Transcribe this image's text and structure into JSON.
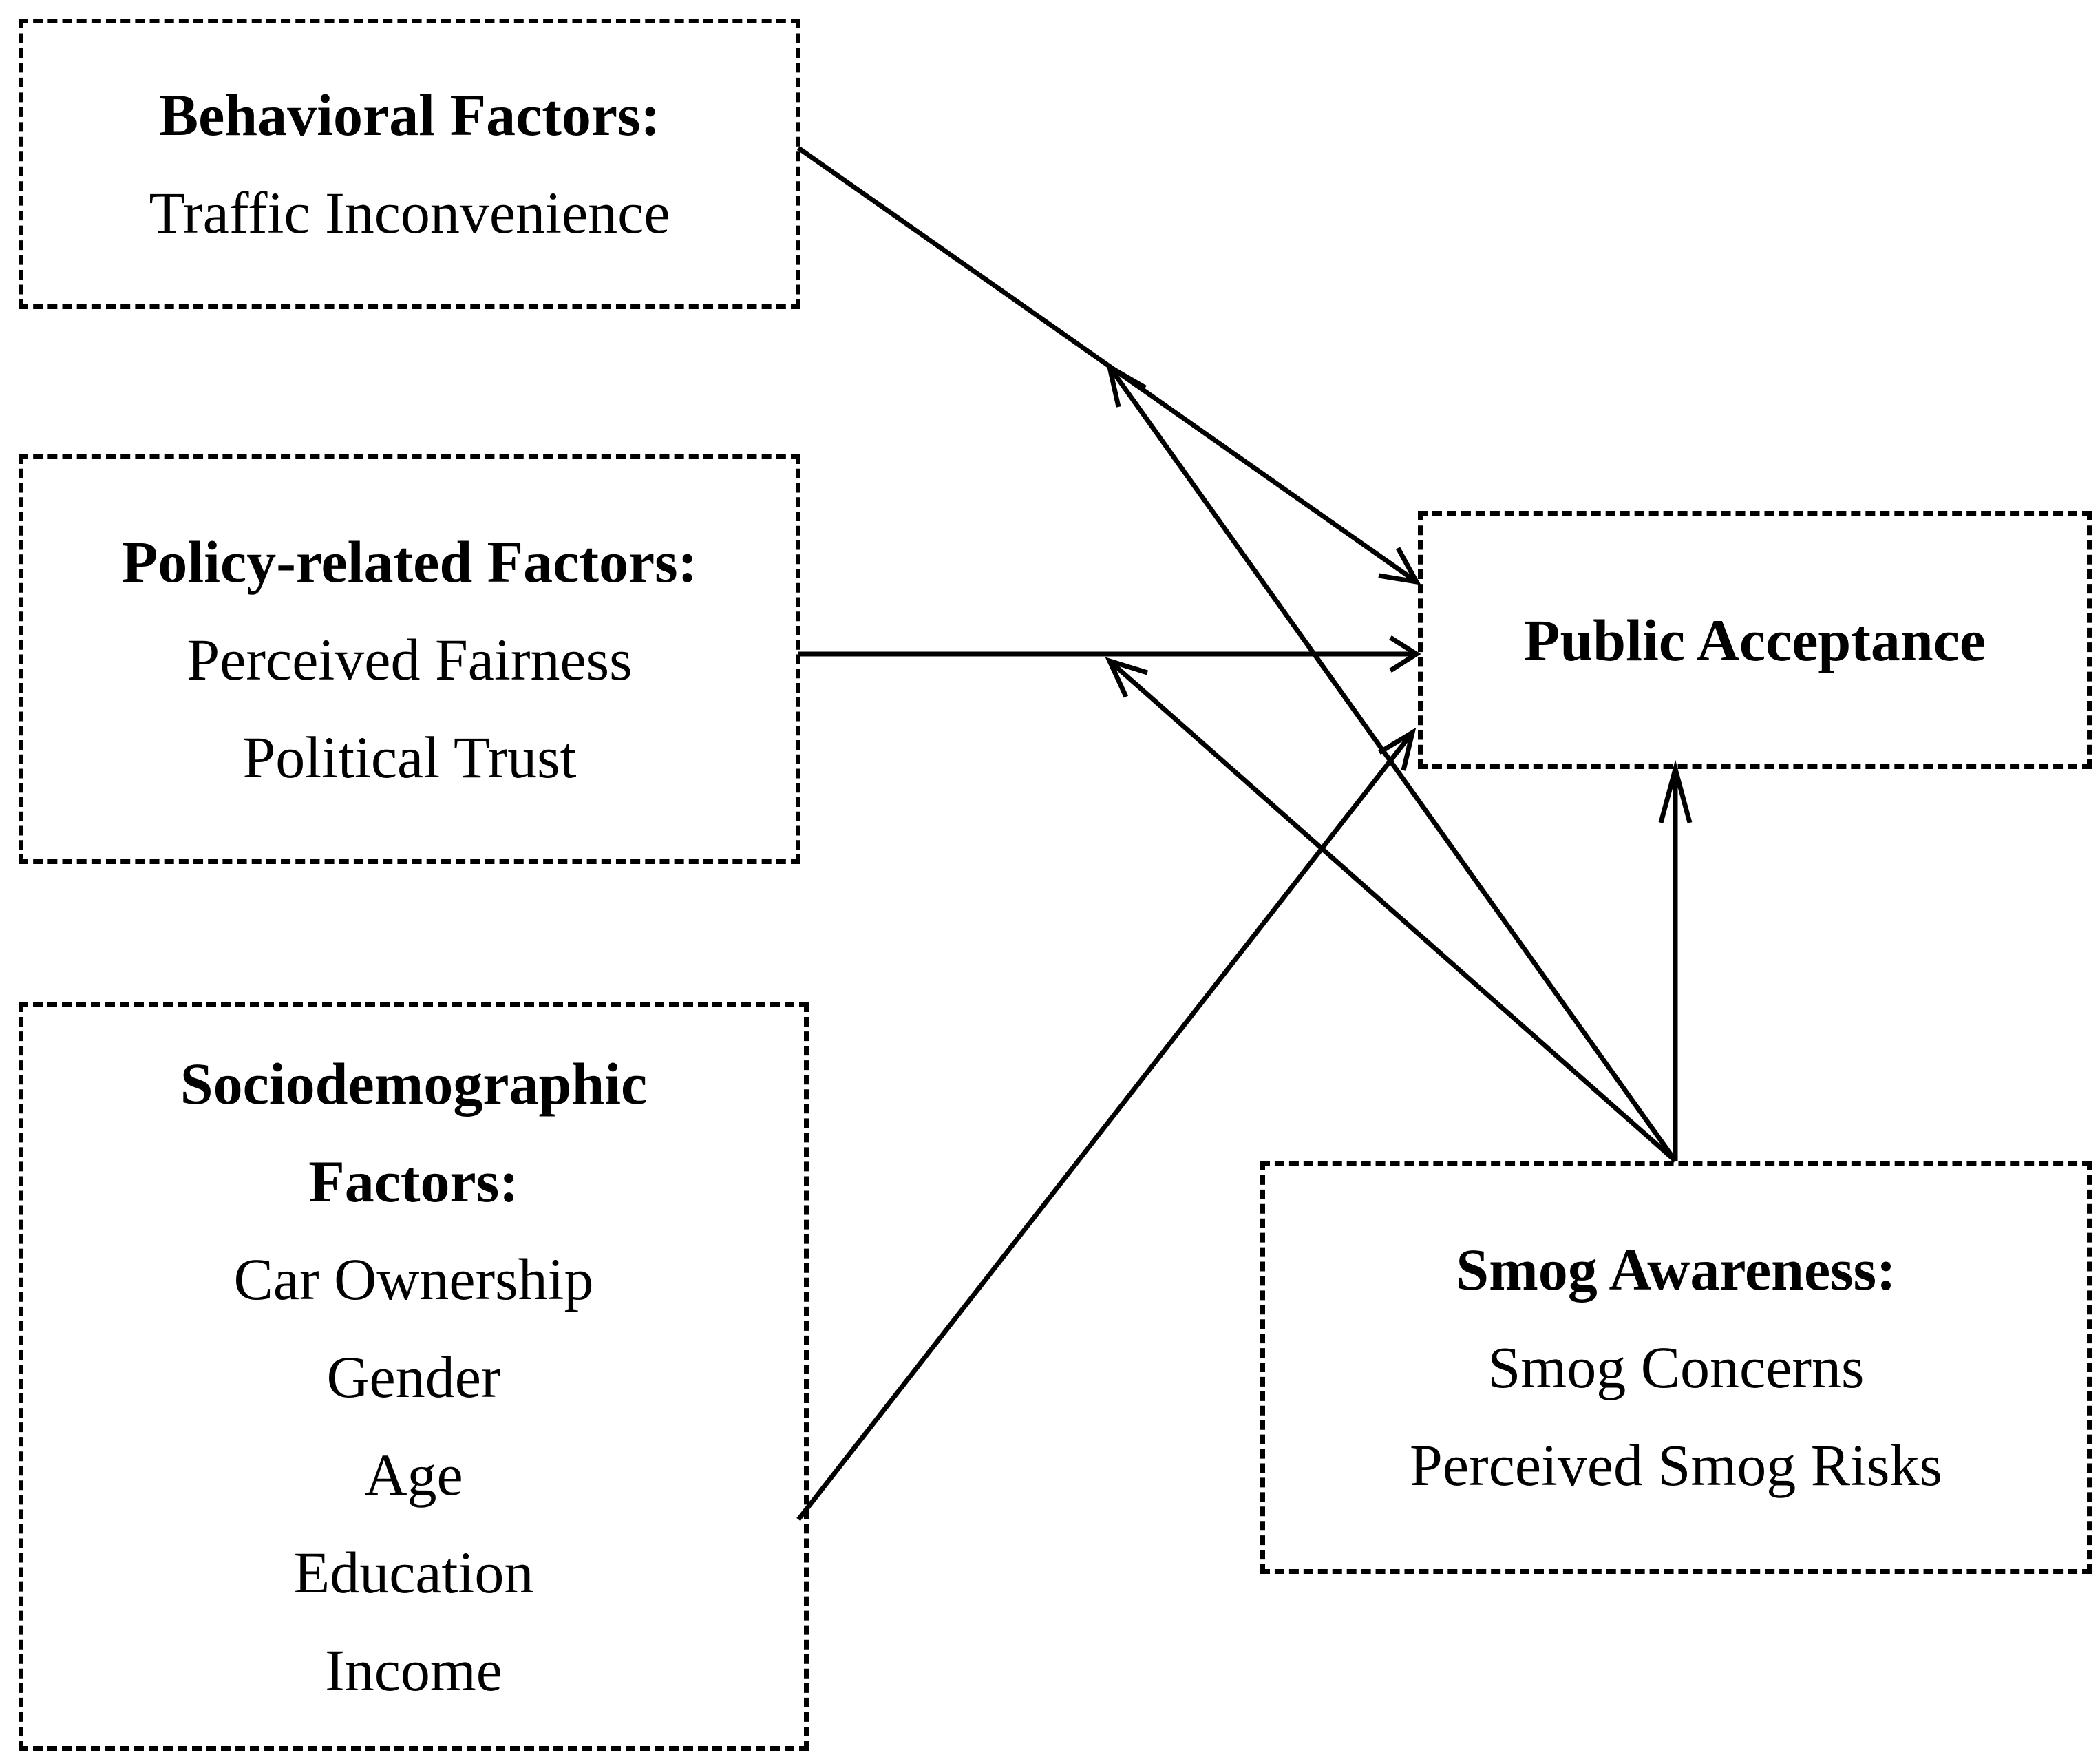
{
  "boxes": {
    "behavioral": {
      "title": "Behavioral Factors:",
      "items": [
        "Traffic Inconvenience"
      ]
    },
    "policy": {
      "title": "Policy-related Factors:",
      "items": [
        "Perceived Fairness",
        "Political Trust"
      ]
    },
    "sociodemographic": {
      "title": "Sociodemographic Factors:",
      "items": [
        "Car Ownership",
        "Gender",
        "Age",
        "Education",
        "Income"
      ]
    },
    "smog": {
      "title": "Smog Awareness:",
      "items": [
        "Smog Concerns",
        "Perceived Smog Risks"
      ]
    },
    "public": {
      "title": "Public Acceptance"
    }
  },
  "relations": [
    {
      "from": "Behavioral Factors",
      "to": "Public Acceptance"
    },
    {
      "from": "Policy-related Factors",
      "to": "Public Acceptance"
    },
    {
      "from": "Sociodemographic Factors",
      "to": "Public Acceptance"
    },
    {
      "from": "Smog Awareness",
      "to": "Public Acceptance"
    },
    {
      "from": "Smog Awareness",
      "to": "Behavioral Factors → Public Acceptance path"
    },
    {
      "from": "Smog Awareness",
      "to": "Policy-related Factors → Public Acceptance path"
    }
  ]
}
